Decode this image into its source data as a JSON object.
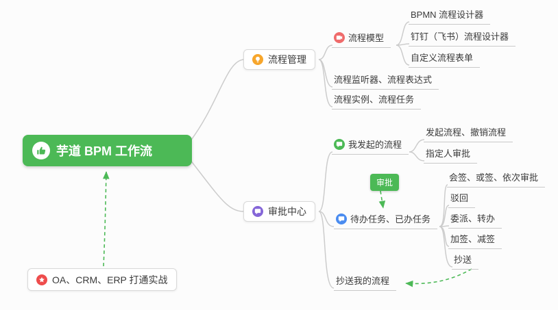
{
  "root": {
    "label": "芋道 BPM 工作流",
    "icon": "thumbs-up-icon"
  },
  "nodes": {
    "process_mgmt": {
      "label": "流程管理",
      "icon": "lightbulb-icon"
    },
    "process_model": {
      "label": "流程模型",
      "icon": "video-icon"
    },
    "bpmn_designer": {
      "label": "BPMN 流程设计器"
    },
    "dingtalk_designer": {
      "label": "钉钉（飞书）流程设计器"
    },
    "custom_form": {
      "label": "自定义流程表单"
    },
    "listener_expression": {
      "label": "流程监听器、流程表达式"
    },
    "instance_task": {
      "label": "流程实例、流程任务"
    },
    "approval_center": {
      "label": "审批中心",
      "icon": "chat-icon"
    },
    "my_initiated": {
      "label": "我发起的流程",
      "icon": "chat-icon"
    },
    "initiate_cancel": {
      "label": "发起流程、撤销流程"
    },
    "assignee_approval": {
      "label": "指定人审批"
    },
    "todo_done": {
      "label": "待办任务、已办任务",
      "icon": "chat-icon"
    },
    "countersign": {
      "label": "会签、或签、依次审批"
    },
    "reject": {
      "label": "驳回"
    },
    "delegate_transfer": {
      "label": "委派、转办"
    },
    "add_remove_sign": {
      "label": "加签、减签"
    },
    "cc": {
      "label": "抄送"
    },
    "cc_my_process": {
      "label": "抄送我的流程"
    },
    "integration": {
      "label": "OA、CRM、ERP 打通实战",
      "icon": "star-icon"
    }
  },
  "badges": {
    "approval": {
      "label": "审批"
    }
  },
  "colors": {
    "root_bg": "#4cb956",
    "badge_bg": "#4cb956",
    "arrow_green": "#4cb956",
    "connector_gray": "#cccccc",
    "icon_orange": "#f7a62c",
    "icon_red": "#ef6b6b",
    "icon_purple": "#8566d8",
    "icon_green": "#4cb956",
    "icon_blue": "#4a8cf0",
    "icon_star_red": "#ee4c4c"
  }
}
